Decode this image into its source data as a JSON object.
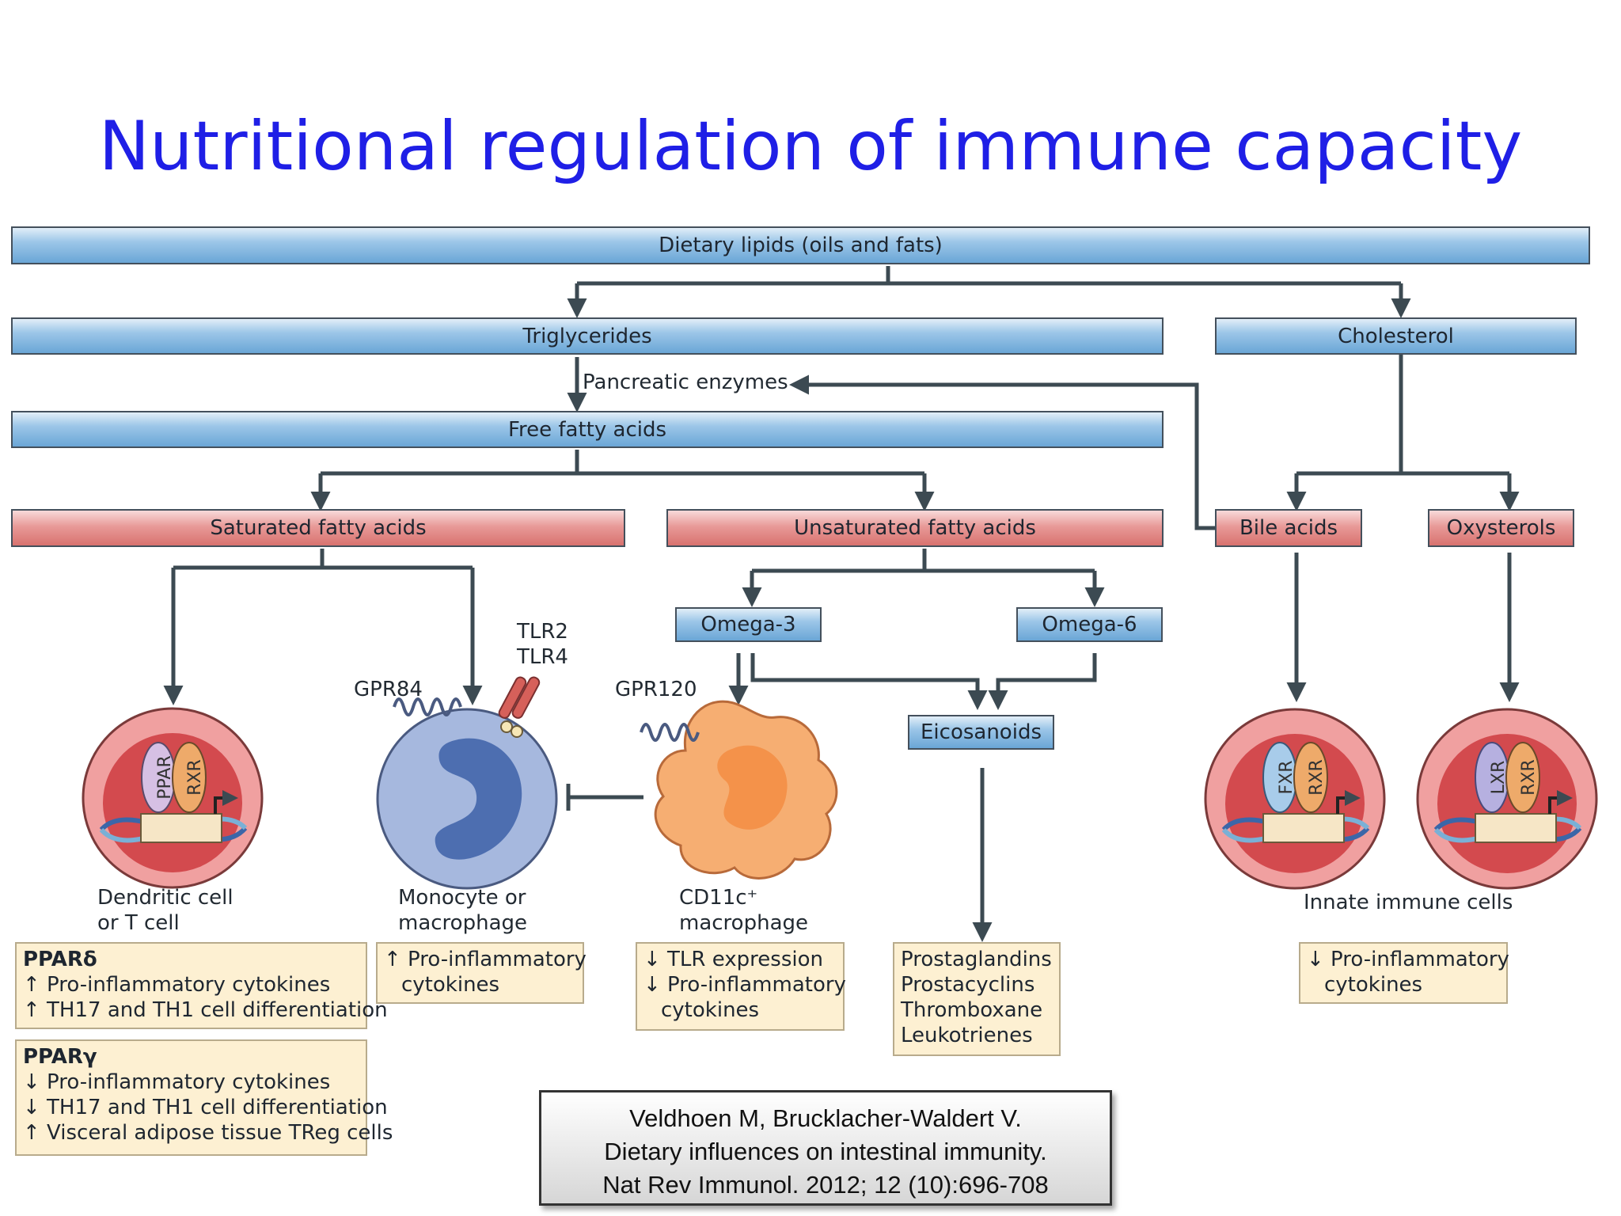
{
  "slide": {
    "title": "Nutritional regulation of immune capacity"
  },
  "nodes": {
    "dietary_lipids": "Dietary lipids (oils and fats)",
    "triglycerides": "Triglycerides",
    "cholesterol": "Cholesterol",
    "pancreatic_enzymes": "Pancreatic enzymes",
    "free_fatty_acids": "Free fatty acids",
    "saturated": "Saturated fatty acids",
    "unsaturated": "Unsaturated fatty acids",
    "bile_acids": "Bile acids",
    "oxysterols": "Oxysterols",
    "omega3": "Omega-3",
    "omega6": "Omega-6",
    "eicosanoids": "Eicosanoids"
  },
  "receptors": {
    "tlr2": "TLR2",
    "tlr4": "TLR4",
    "gpr84": "GPR84",
    "gpr120": "GPR120",
    "ppar": "PPAR",
    "rxr": "RXR",
    "fxr": "FXR",
    "lxr": "LXR"
  },
  "cells": {
    "dendritic_line1": "Dendritic cell",
    "dendritic_line2": "or T cell",
    "monocyte_line1": "Monocyte or",
    "monocyte_line2": "macrophage",
    "cd11c_line1": "CD11c⁺",
    "cd11c_line2": "macrophage",
    "innate": "Innate immune cells"
  },
  "effects": {
    "ppar_delta": {
      "heading": "PPARδ",
      "lines": [
        "↑ Pro-inflammatory cytokines",
        "↑ TH17 and TH1 cell differentiation"
      ]
    },
    "ppar_gamma": {
      "heading": "PPARγ",
      "lines": [
        "↓ Pro-inflammatory cytokines",
        "↓ TH17 and TH1 cell differentiation",
        "↑ Visceral adipose tissue TReg cells"
      ]
    },
    "monocyte": {
      "lines": [
        "↑ Pro-inflammatory",
        "cytokines"
      ]
    },
    "cd11c": {
      "lines": [
        "↓ TLR expression",
        "↓ Pro-inflammatory",
        "cytokines"
      ]
    },
    "eicosanoids": {
      "lines": [
        "Prostaglandins",
        "Prostacyclins",
        "Thromboxane",
        "Leukotrienes"
      ]
    },
    "innate": {
      "lines": [
        "↓ Pro-inflammatory",
        "cytokines"
      ]
    }
  },
  "citation": {
    "line1": "Veldhoen M, Brucklacher-Waldert V.",
    "line2": "Dietary influences on intestinal immunity.",
    "line3": "Nat Rev Immunol. 2012; 12 (10):696-708"
  },
  "colors": {
    "title": "#1f1fe6",
    "blue_bar": "#6aa6d6",
    "red_bar": "#d8726f",
    "effect_box": "#fdf0d2",
    "arrow": "#3c4a52"
  }
}
